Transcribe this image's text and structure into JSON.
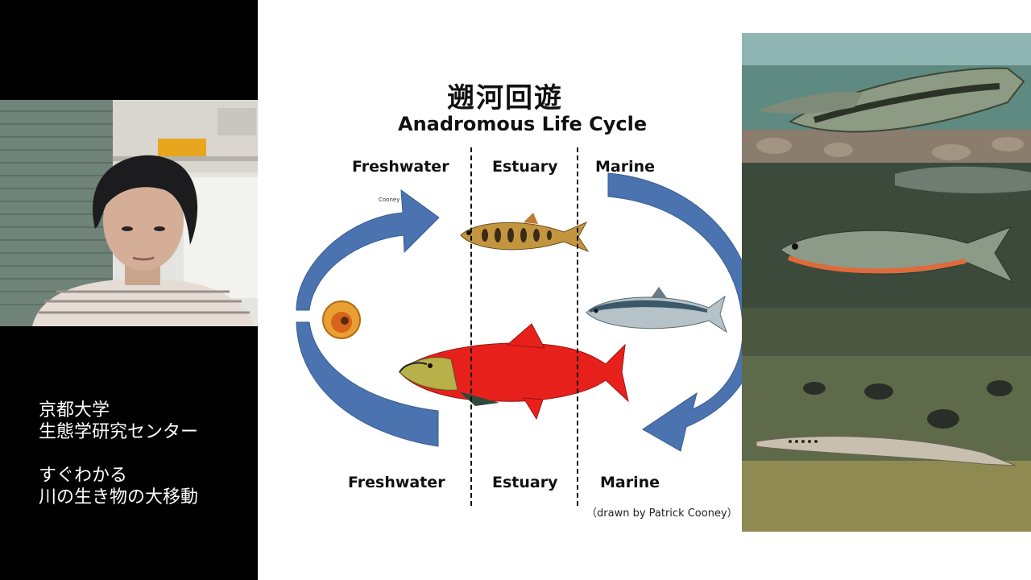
{
  "caption": {
    "line1": "京都大学",
    "line2": "生態学研究センター",
    "line3": "すぐわかる",
    "line4": "川の生き物の大移動"
  },
  "slide": {
    "title_jp": "遡河回遊",
    "title_en": "Anadromous Life Cycle",
    "top_labels": {
      "freshwater": "Freshwater",
      "estuary": "Estuary",
      "marine": "Marine"
    },
    "bottom_labels": {
      "freshwater": "Freshwater",
      "estuary": "Estuary",
      "marine": "Marine"
    },
    "artist_tag": "Cooney",
    "credit": "（drawn by Patrick Cooney）"
  },
  "colors": {
    "arrow": "#4a73b0",
    "arrow_edge": "#3a5d92",
    "adult_salmon": "#e8201c",
    "slide_bg": "#ffffff",
    "panel_bg": "#000000",
    "caption_text": "#ffffff"
  }
}
